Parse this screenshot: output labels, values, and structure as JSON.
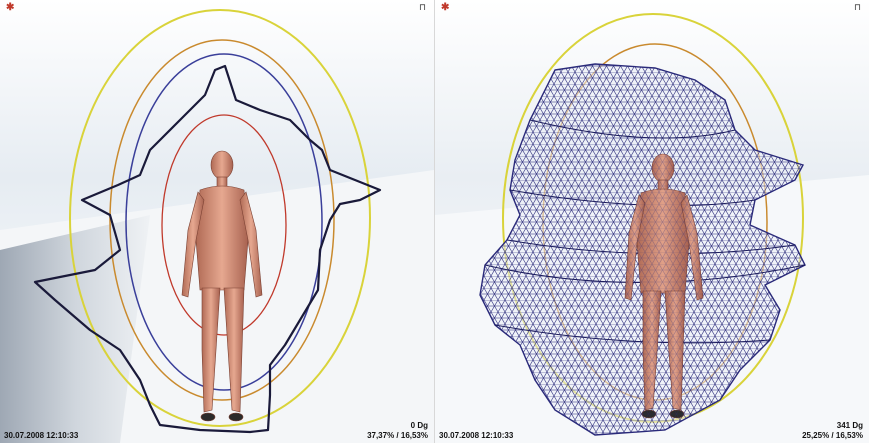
{
  "views": [
    {
      "mode": "contour",
      "timestamp": "30.07.2008 12:10:33",
      "angle": "0 Dg",
      "percent": "37,37% / 16,53%",
      "logo_icon": "biofield-logo-icon",
      "tool_icon": "camera-tool-icon"
    },
    {
      "mode": "wireframe",
      "timestamp": "30.07.2008 12:10:33",
      "angle": "341 Dg",
      "percent": "25,25% / 16,53%",
      "logo_icon": "biofield-logo-icon",
      "tool_icon": "camera-tool-icon"
    }
  ],
  "colors": {
    "contour": "#1a1a3a",
    "ring_yellow": "#d9d33a",
    "ring_orange": "#c98a2e",
    "ring_blue": "#3a3f9a",
    "ring_red": "#c0392b",
    "body": "#c98a75",
    "mesh": "#2a2a7a"
  }
}
